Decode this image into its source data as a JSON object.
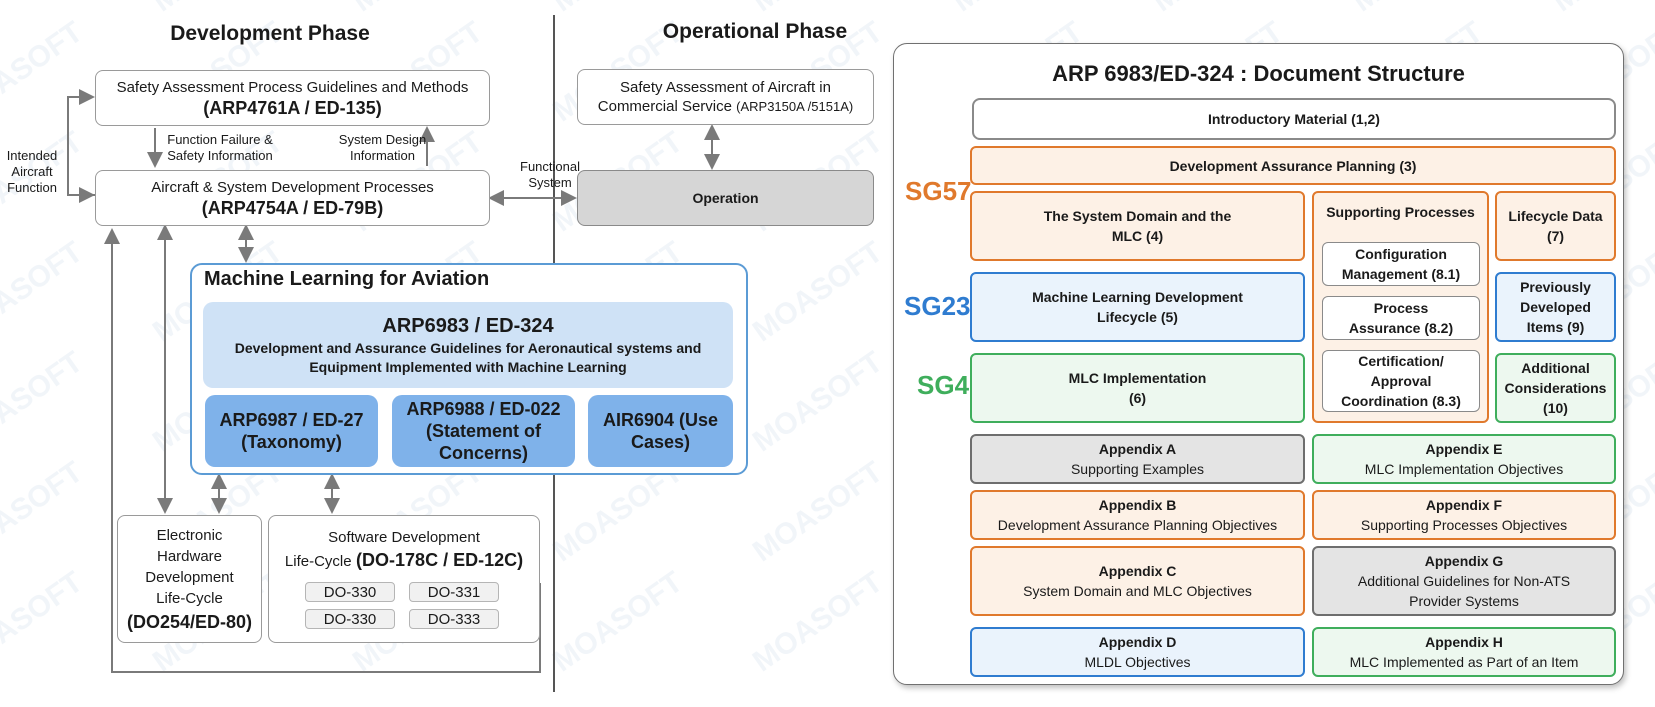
{
  "watermark": "MOASOFT",
  "left": {
    "dev_phase": "Development Phase",
    "op_phase": "Operational Phase",
    "safety_process": {
      "line1": "Safety Assessment Process Guidelines and Methods",
      "line2": "(ARP4761A / ED-135)"
    },
    "aircraft_dev": {
      "line1": "Aircraft & System Development Processes",
      "line2": "(ARP4754A / ED-79B)"
    },
    "arrow_ff": "Function Failure & Safety Information",
    "arrow_sd": "System Design Information",
    "intended": "Intended Aircraft Function",
    "functional": "Functional System",
    "safety_commercial": {
      "line1": "Safety Assessment of Aircraft in",
      "line2": "Commercial Service",
      "line2_ref": "(ARP3150A /5151A)"
    },
    "operation": "Operation",
    "ml": {
      "title": "Machine Learning for Aviation",
      "main_title": "ARP6983 / ED-324",
      "main_sub": "Development and Assurance Guidelines for Aeronautical systems and Equipment Implemented with Machine Learning",
      "sub1": "ARP6987 / ED-27 (Taxonomy)",
      "sub2": "ARP6988 / ED-022 (Statement of Concerns)",
      "sub3": "AIR6904 (Use Cases)"
    },
    "hw": {
      "text": "Electronic Hardware Development Life-Cycle",
      "ref": "(DO254/ED-80)"
    },
    "sw": {
      "line1": "Software Development",
      "line2": "Life-Cycle",
      "ref": "(DO-178C / ED-12C)"
    },
    "pills": [
      "DO-330",
      "DO-331",
      "DO-330",
      "DO-333"
    ]
  },
  "doc": {
    "title": "ARP 6983/ED-324 : Document Structure",
    "sg57": "SG57",
    "sg23": "SG23",
    "sg4": "SG4",
    "intro": "Introductory Material (1,2)",
    "dap": "Development Assurance Planning (3)",
    "sysdomain": "The System Domain and the MLC (4)",
    "mldl": "Machine Learning Development Lifecycle (5)",
    "mlcimpl": "MLC Implementation (6)",
    "supporting": "Supporting Processes",
    "config": "Configuration Management (8.1)",
    "procassur": "Process Assurance (8.2)",
    "cert": "Certification/ Approval Coordination (8.3)",
    "lifecycle": "Lifecycle Data (7)",
    "prevdev": "Previously Developed Items (9)",
    "additional": "Additional Considerations (10)",
    "appendices": [
      {
        "title": "Appendix A",
        "desc": "Supporting Examples"
      },
      {
        "title": "Appendix B",
        "desc": "Development Assurance Planning Objectives"
      },
      {
        "title": "Appendix C",
        "desc": "System Domain and MLC Objectives"
      },
      {
        "title": "Appendix D",
        "desc": "MLDL Objectives"
      },
      {
        "title": "Appendix E",
        "desc": "MLC Implementation Objectives"
      },
      {
        "title": "Appendix F",
        "desc": "Supporting Processes Objectives"
      },
      {
        "title": "Appendix G",
        "desc": "Additional Guidelines for Non-ATS Provider Systems"
      },
      {
        "title": "Appendix H",
        "desc": "MLC Implemented as Part of an Item"
      }
    ]
  },
  "colors": {
    "orange": "#e0792c",
    "blue": "#2f7cd0",
    "green": "#3fae5c",
    "gray": "#6e6e6e"
  }
}
